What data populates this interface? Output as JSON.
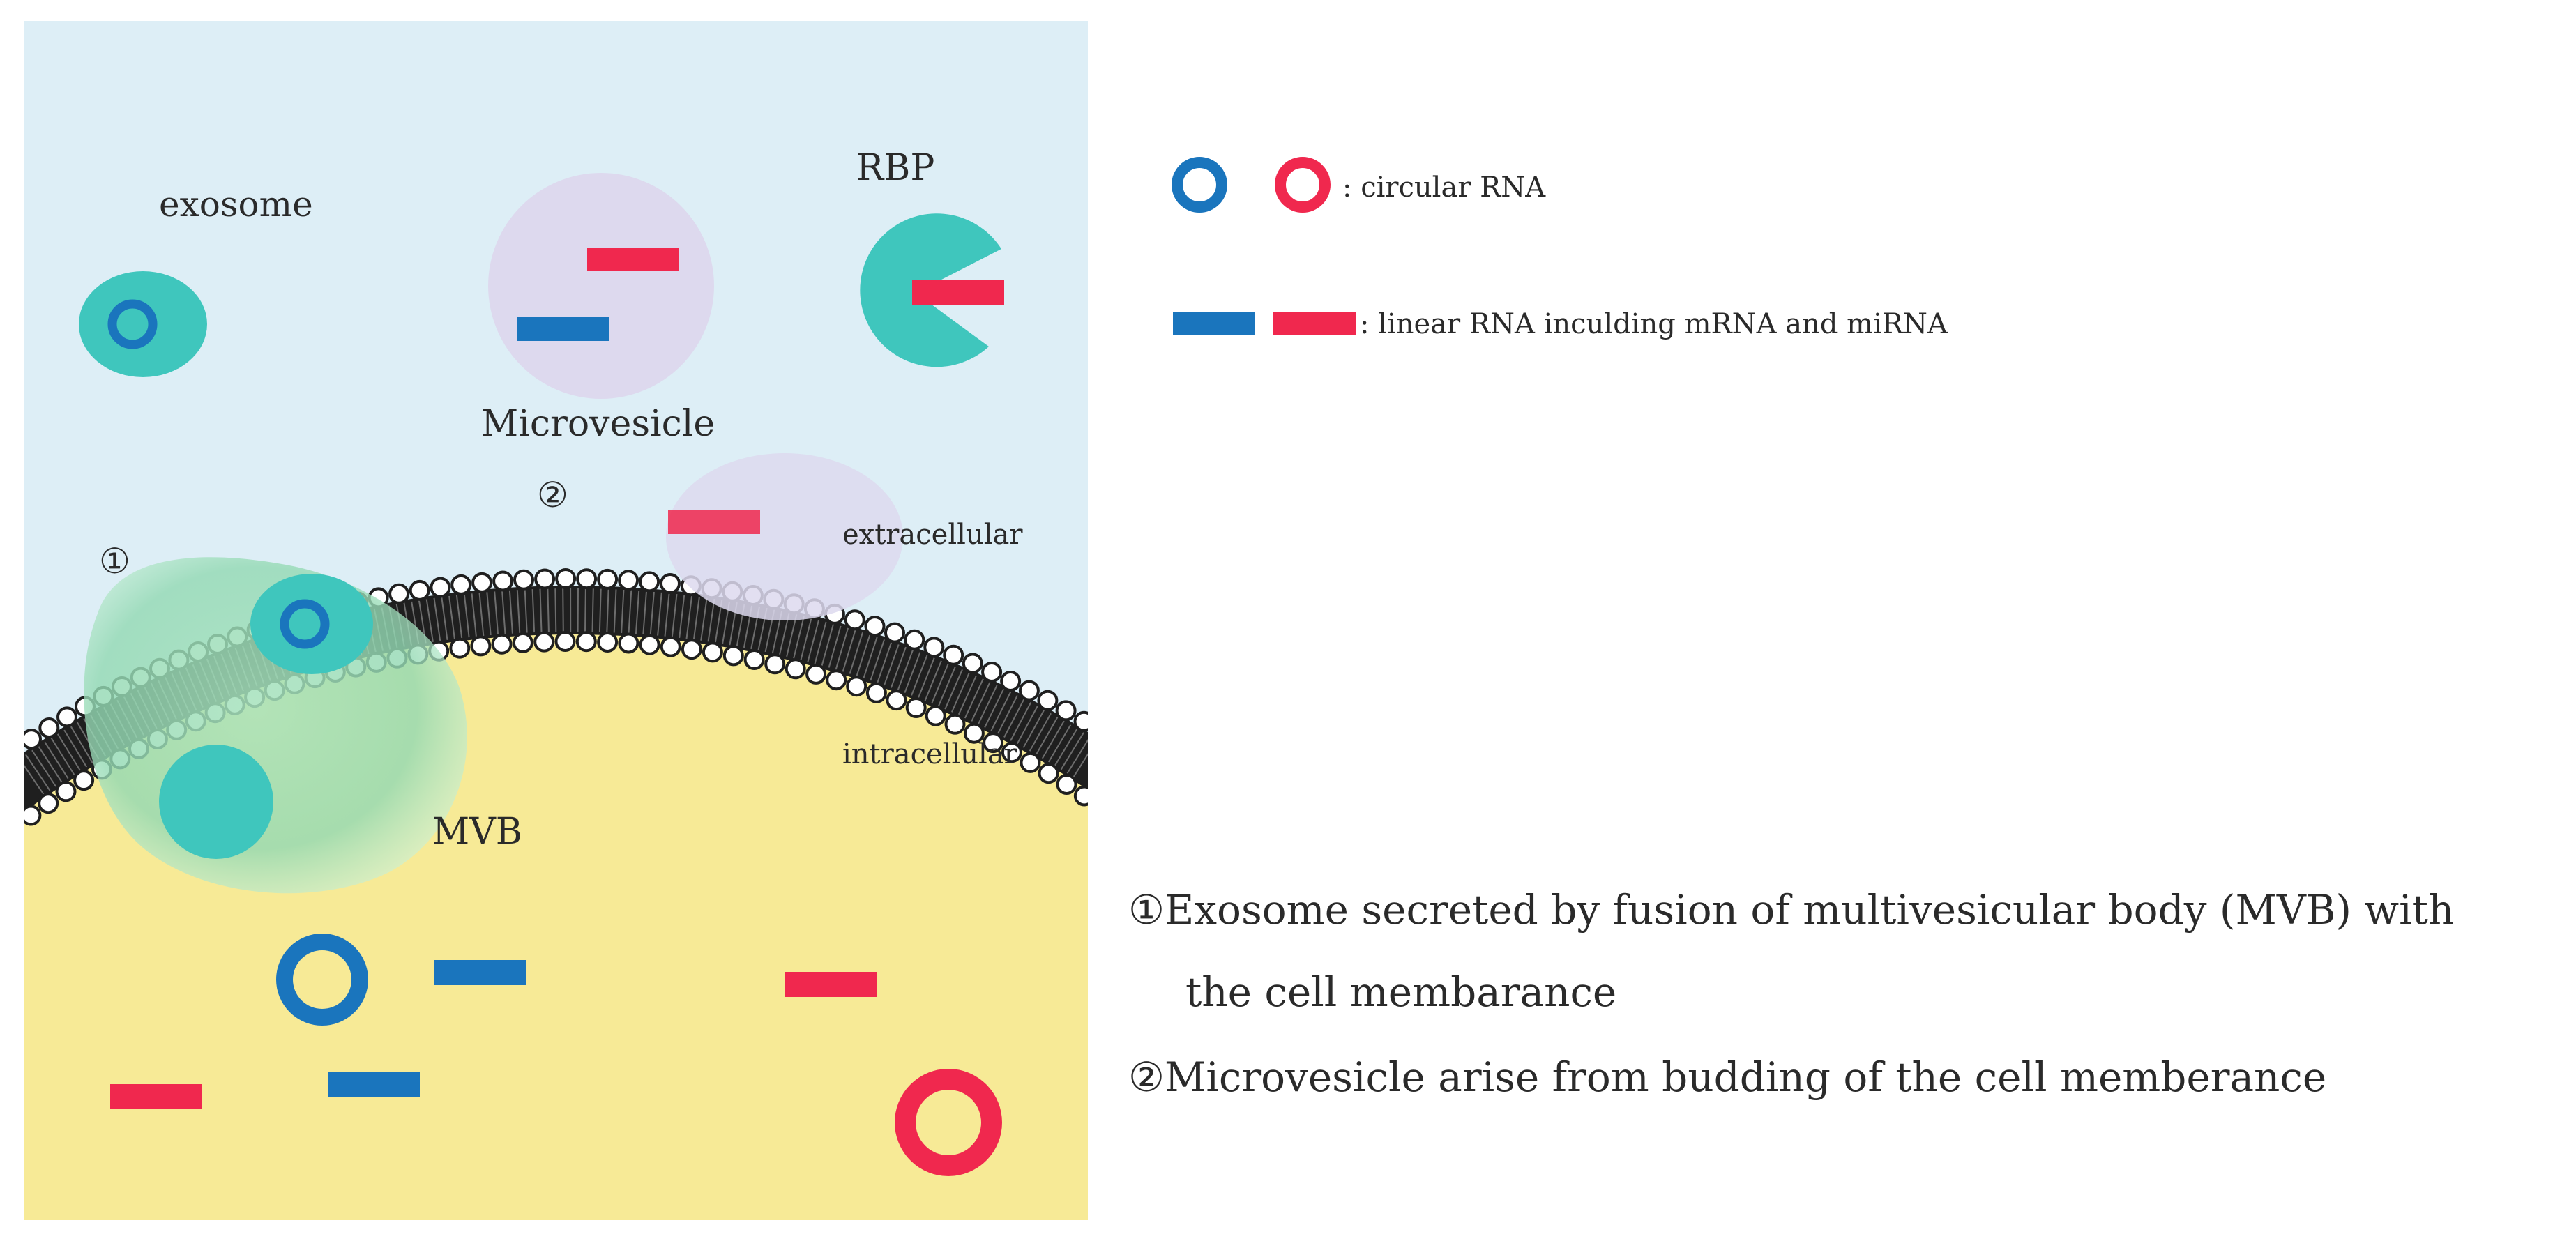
{
  "colors": {
    "extracellular_bg": "#ddeef6",
    "intracellular_bg": "#f7ea96",
    "rna_blue": "#1a75bd",
    "rna_red": "#f0284e",
    "vesicle_teal": "#3fc6bd",
    "microvesicle_purple": "#ddd9ee",
    "mvb_green": "#9fdcb7",
    "membrane_dark": "#1f1f1f"
  },
  "labels": {
    "exosome": "exosome",
    "rbp": "RBP",
    "microvesicle": "Microvesicle",
    "marker_1": "①",
    "marker_2": "②",
    "extracellular": "extracellular",
    "intracellular": "intracellular",
    "mvb": "MVB"
  },
  "legend": {
    "circular_rna": ": circular RNA",
    "linear_rna": ": linear RNA inculding mRNA and miRNA"
  },
  "notes": {
    "note1_line1": "①Exosome secreted by fusion of multivesicular body (MVB) with",
    "note1_line2": "the cell membarance",
    "note2": "②Microvesicle arise from budding of the cell memberance"
  }
}
